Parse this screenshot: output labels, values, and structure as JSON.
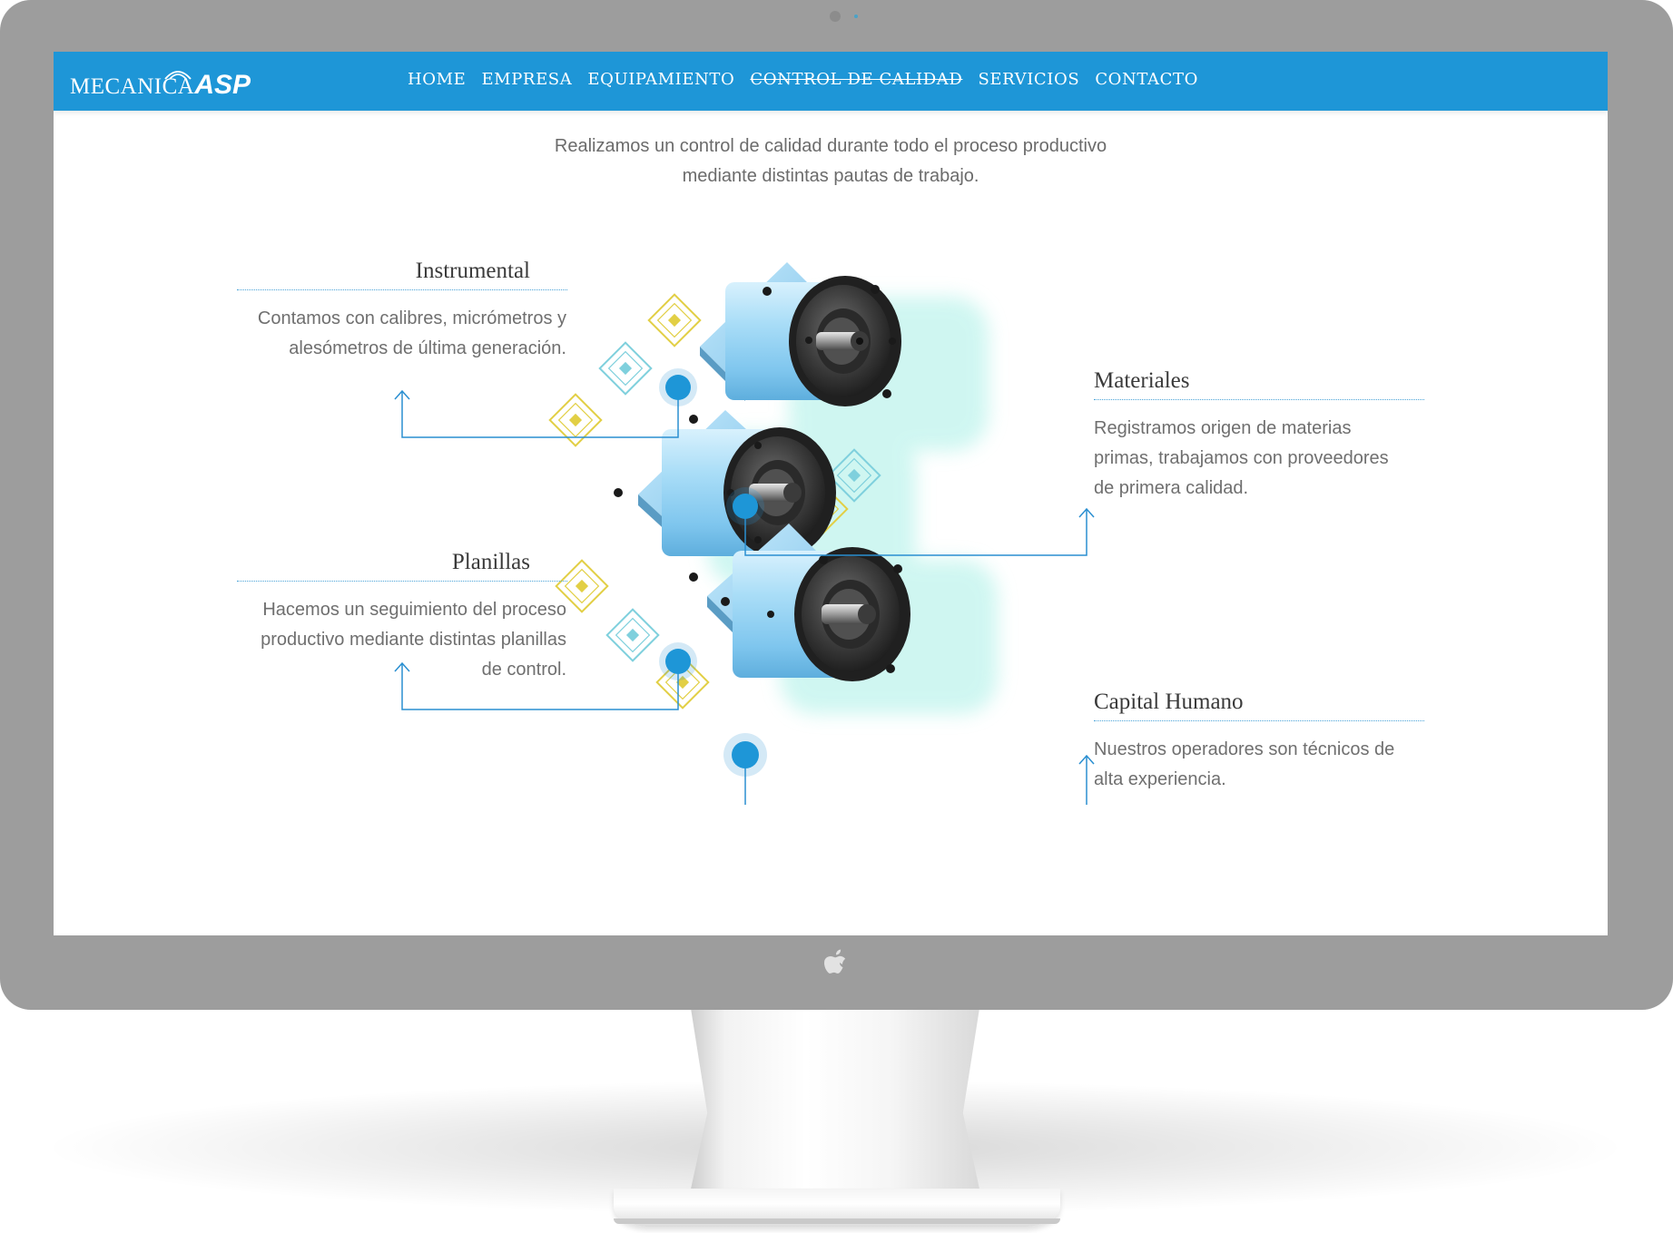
{
  "site": {
    "logo": {
      "text_main": "MECANICA",
      "text_accent": "ASP"
    },
    "nav": {
      "items": [
        {
          "label": "HOME",
          "active": false
        },
        {
          "label": "EMPRESA",
          "active": false
        },
        {
          "label": "EQUIPAMIENTO",
          "active": false
        },
        {
          "label": "CONTROL DE CALIDAD",
          "active": true
        },
        {
          "label": "SERVICIOS",
          "active": false
        },
        {
          "label": "CONTACTO",
          "active": false
        }
      ]
    },
    "intro": {
      "line1": "Realizamos un control de calidad durante todo el proceso productivo",
      "line2": "mediante distintas pautas de trabajo."
    },
    "features": {
      "instrumental": {
        "title": "Instrumental",
        "line1": "Contamos con calibres, micrómetros y",
        "line2": "alesómetros de última generación."
      },
      "planillas": {
        "title": "Planillas",
        "line1": "Hacemos un seguimiento del proceso",
        "line2": "productivo mediante distintas planillas",
        "line3": "de control."
      },
      "materiales": {
        "title": "Materiales",
        "line1": "Registramos origen de materias",
        "line2": "primas, trabajamos con proveedores",
        "line3": "de primera calidad."
      },
      "capital_humano": {
        "title": "Capital Humano",
        "line1": "Nuestros operadores son técnicos de",
        "line2": "alta experiencia."
      }
    }
  },
  "colors": {
    "nav_bg": "#1e96d7",
    "accent": "#1e96d7",
    "bezel": "#9d9d9d",
    "text_gray": "#6b6b6b",
    "icon_yellow": "#e2cf45",
    "icon_cyan": "#7fd0dd"
  },
  "icons": [
    "apple-logo-icon",
    "wifi-arc-icon",
    "arrow-up-icon",
    "diamond-chip-icon",
    "hotspot-dot-icon"
  ]
}
